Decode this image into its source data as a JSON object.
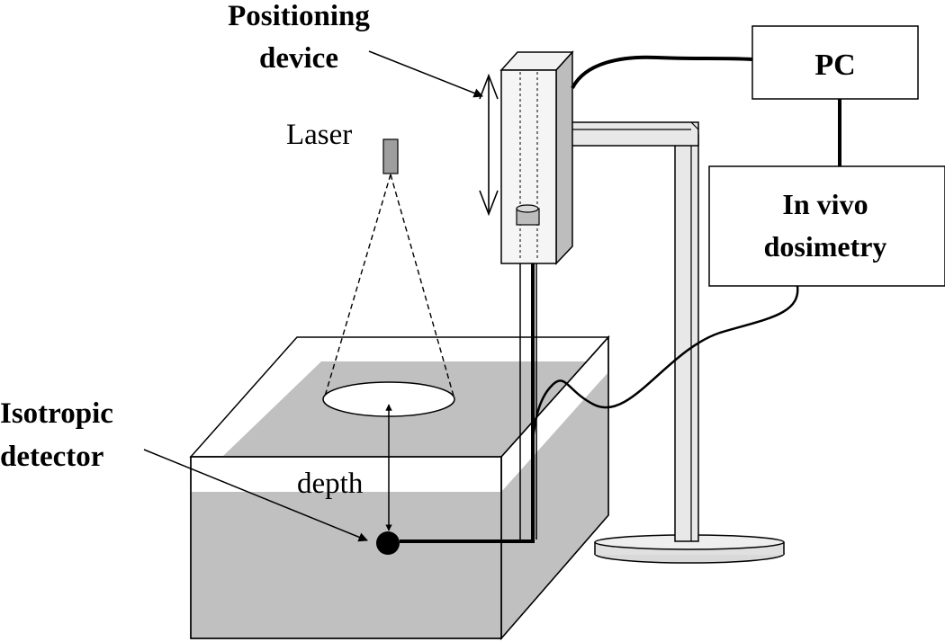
{
  "labels": {
    "positioning_line1": "Positioning",
    "positioning_line2": "device",
    "laser": "Laser",
    "pc": "PC",
    "dosimetry_line1": "In vivo",
    "dosimetry_line2": "dosimetry",
    "isotropic_line1": "Isotropic",
    "isotropic_line2": "detector",
    "depth": "depth"
  },
  "colors": {
    "water": "#c0c0c0",
    "device_fill": "#e6e6e6",
    "device_side": "#bdbdbd",
    "stand": "#e8e8e8",
    "line": "#000000"
  }
}
